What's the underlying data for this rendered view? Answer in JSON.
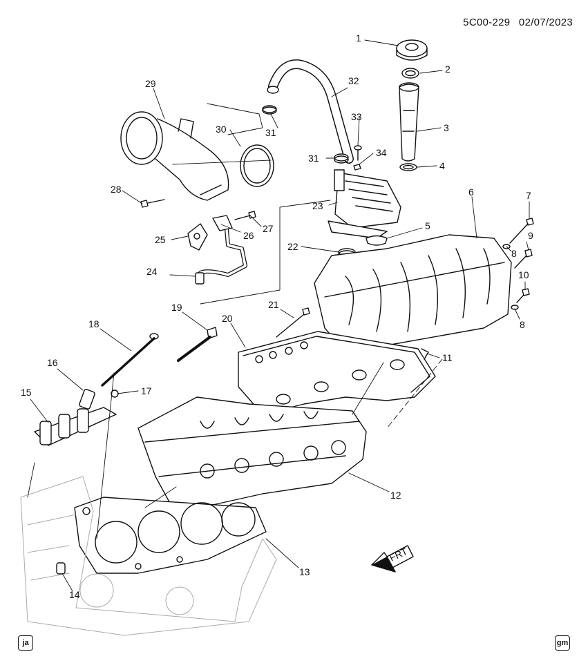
{
  "header": {
    "diagram_code": "5C00-229",
    "date": "02/07/2023"
  },
  "front_indicator": "FRT",
  "badges": {
    "left": "ja",
    "right": "gm"
  },
  "callouts": [
    {
      "id": "c1",
      "label": "1"
    },
    {
      "id": "c2",
      "label": "2"
    },
    {
      "id": "c3",
      "label": "3"
    },
    {
      "id": "c4",
      "label": "4"
    },
    {
      "id": "c5",
      "label": "5"
    },
    {
      "id": "c6",
      "label": "6"
    },
    {
      "id": "c7",
      "label": "7"
    },
    {
      "id": "c8a",
      "label": "8"
    },
    {
      "id": "c8b",
      "label": "8"
    },
    {
      "id": "c9",
      "label": "9"
    },
    {
      "id": "c10",
      "label": "10"
    },
    {
      "id": "c11",
      "label": "11"
    },
    {
      "id": "c12",
      "label": "12"
    },
    {
      "id": "c13",
      "label": "13"
    },
    {
      "id": "c14",
      "label": "14"
    },
    {
      "id": "c15",
      "label": "15"
    },
    {
      "id": "c16",
      "label": "16"
    },
    {
      "id": "c17",
      "label": "17"
    },
    {
      "id": "c18",
      "label": "18"
    },
    {
      "id": "c19",
      "label": "19"
    },
    {
      "id": "c20",
      "label": "20"
    },
    {
      "id": "c21",
      "label": "21"
    },
    {
      "id": "c22",
      "label": "22"
    },
    {
      "id": "c23",
      "label": "23"
    },
    {
      "id": "c24",
      "label": "24"
    },
    {
      "id": "c25",
      "label": "25"
    },
    {
      "id": "c26",
      "label": "26"
    },
    {
      "id": "c27",
      "label": "27"
    },
    {
      "id": "c28",
      "label": "28"
    },
    {
      "id": "c29",
      "label": "29"
    },
    {
      "id": "c30",
      "label": "30"
    },
    {
      "id": "c31a",
      "label": "31"
    },
    {
      "id": "c31b",
      "label": "31"
    },
    {
      "id": "c32",
      "label": "32"
    },
    {
      "id": "c33",
      "label": "33"
    },
    {
      "id": "c34",
      "label": "34"
    }
  ]
}
